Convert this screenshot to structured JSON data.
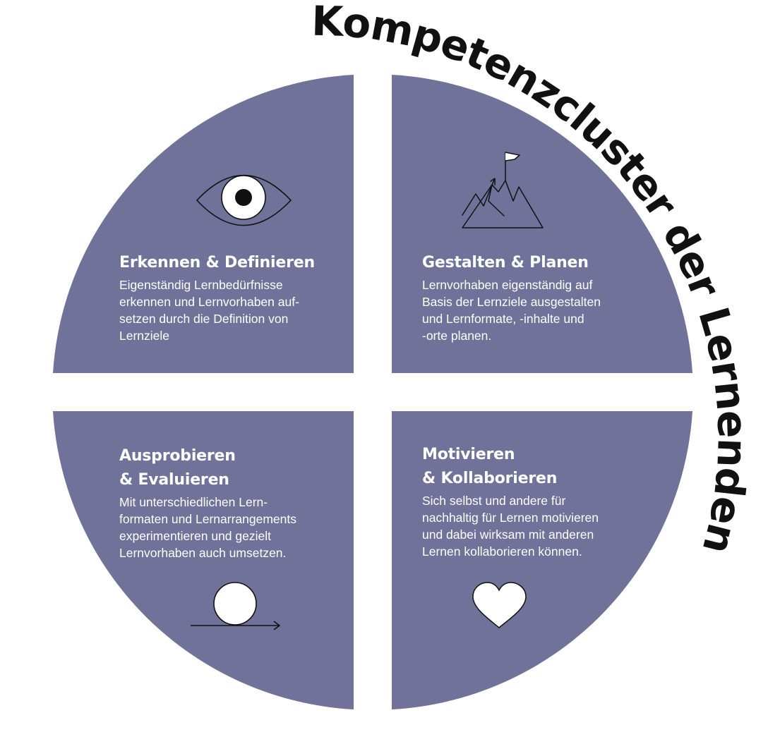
{
  "arc_title": "Kompetenzcluster der Lernenden",
  "colors": {
    "quadrant": "#70729a",
    "background": "#ffffff",
    "text_light": "#ffffff",
    "arc_text": "#111111"
  },
  "quadrants": [
    {
      "id": "top-left",
      "title": "Erkennen & Definieren",
      "body": "Eigenständig Lernbedürfnisse\nerkennen und Lernvorhaben auf-\nsetzen durch die Definition von\nLernziele",
      "icon": "eye-icon"
    },
    {
      "id": "top-right",
      "title": "Gestalten & Planen",
      "body": "Lernvorhaben eigenständig auf\nBasis der Lernziele ausgestalten\nund Lernformate, -inhalte und\n-orte planen.",
      "icon": "mountain-flag-icon"
    },
    {
      "id": "bottom-left",
      "title": "Ausprobieren\n& Evaluieren",
      "body": "Mit unterschiedlichen Lern-\nformaten und Lernarrangements\nexperimentieren und gezielt\nLernvorhaben auch umsetzen.",
      "icon": "rolling-ball-icon"
    },
    {
      "id": "bottom-right",
      "title": "Motivieren\n& Kollaborieren",
      "body": "Sich selbst und andere für\nnachhaltig für Lernen motivieren\nund dabei wirksam mit anderen\nLernen kollaborieren können.",
      "icon": "heart-icon"
    }
  ]
}
